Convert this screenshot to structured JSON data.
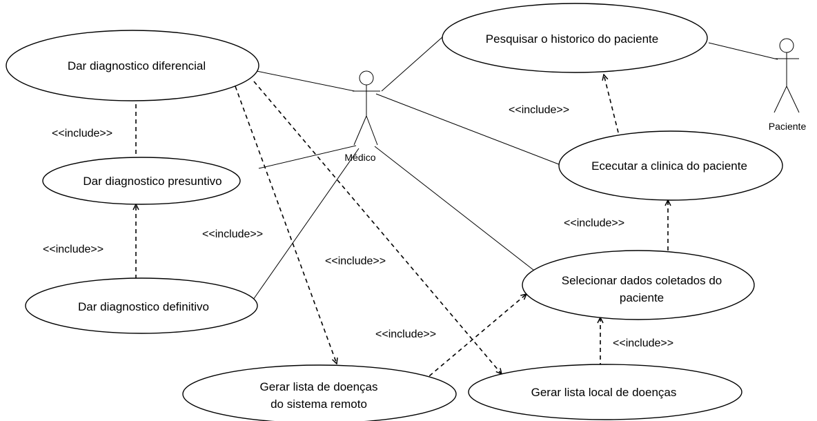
{
  "actors": {
    "medico": "Médico",
    "paciente": "Paciente"
  },
  "use_cases": {
    "diferencial": "Dar diagnostico diferencial",
    "presuntivo": "Dar diagnostico presuntivo",
    "definitivo": "Dar diagnostico definitivo",
    "pesquisar": "Pesquisar o historico do paciente",
    "ececutar": "Ececutar a clinica do paciente",
    "selecionar_line1": "Selecionar dados coletados do",
    "selecionar_line2": "paciente",
    "remota_line1": "Gerar lista de doenças",
    "remota_line2": "do sistema remoto",
    "local": "Gerar lista local de doenças"
  },
  "relations": {
    "include_label": "<<include>>"
  }
}
